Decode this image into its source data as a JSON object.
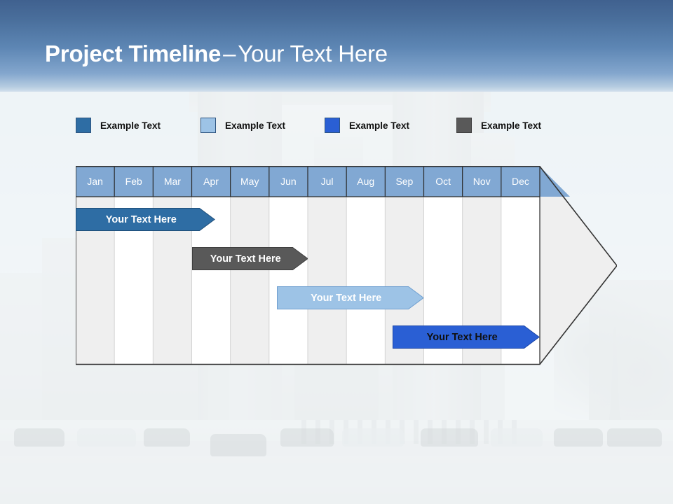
{
  "slide": {
    "title_strong": "Project Timeline",
    "title_dash": "–",
    "title_light": "Your Text Here",
    "background_photo": "arc-de-triomphe-paris-street-faded",
    "header_gradient_top": "#40618f",
    "header_gradient_bottom": "#d3e0ec"
  },
  "legend": {
    "items": [
      {
        "label": "Example Text",
        "color": "#2E6DA4",
        "swatch": "legend-swatch-dark-blue"
      },
      {
        "label": "Example Text",
        "color": "#9DC3E6",
        "swatch": "legend-swatch-light-blue"
      },
      {
        "label": "Example Text",
        "color": "#2A5FD4",
        "swatch": "legend-swatch-bright-blue"
      },
      {
        "label": "Example Text",
        "color": "#595959",
        "swatch": "legend-swatch-gray"
      }
    ]
  },
  "chart_data": {
    "type": "bar",
    "chart_kind": "gantt-timeline",
    "title": "Project Timeline – Your Text Here",
    "categories": [
      "Jan",
      "Feb",
      "Mar",
      "Apr",
      "May",
      "Jun",
      "Jul",
      "Aug",
      "Sep",
      "Oct",
      "Nov",
      "Dec"
    ],
    "xlabel": "",
    "ylabel": "",
    "grid": true,
    "legend_position": "top",
    "header_fill": "#81A8D3",
    "header_text_color": "#FFFFFF",
    "row_fill_odd": "#EFEFEF",
    "row_fill_even": "#FFFFFF",
    "arrow_body_fill": "#EFEFEF",
    "outline_color": "#333333",
    "tasks": [
      {
        "label": "Your  Text Here",
        "start_month": "Jan",
        "end_month": "Apr",
        "start_index": 0,
        "end_index": 3.6,
        "row": 1,
        "fill": "#2E6DA4",
        "stroke": "#1F4E79",
        "text_color": "#FFFFFF"
      },
      {
        "label": "Your  Text Here",
        "start_month": "Apr",
        "end_month": "Jun",
        "start_index": 3.0,
        "end_index": 6.0,
        "row": 2,
        "fill": "#595959",
        "stroke": "#3F3F3F",
        "text_color": "#FFFFFF"
      },
      {
        "label": "Your  Text Here",
        "start_month": "Jun",
        "end_month": "Sep",
        "start_index": 5.2,
        "end_index": 9.0,
        "row": 3,
        "fill": "#9DC3E6",
        "stroke": "#6F9FD0",
        "text_color": "#FFFFFF"
      },
      {
        "label": "Your  Text Here",
        "start_month": "Sep",
        "end_month": "Dec",
        "start_index": 8.2,
        "end_index": 12.0,
        "row": 4,
        "fill": "#2A5FD4",
        "stroke": "#1B46A8",
        "text_color": "#101010"
      }
    ]
  }
}
